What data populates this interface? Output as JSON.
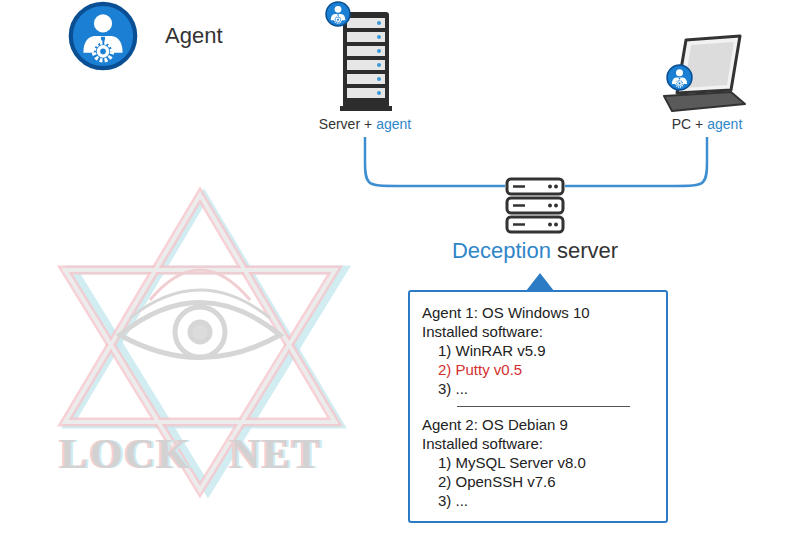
{
  "diagram": {
    "nodes": [
      {
        "text": [
          "Server +",
          "agent"
        ]
      },
      {
        "text": [
          "PC +",
          "agent"
        ]
      },
      {
        "text": [
          "Deception",
          "server"
        ]
      },
      {
        "text": [
          "Agent 1: OS Windows 10",
          "Installed software:",
          "1) WinRAR v5.9",
          "2) Putty v0.5",
          "3) ...",
          "Agent 2: OS Debian 9",
          "Installed software:",
          "1) MySQL Server v8.0",
          "2) OpenSSH v7.6",
          "3) ..."
        ]
      }
    ],
    "edges": [
      {
        "from": 0,
        "to": 2,
        "arrow": "none"
      },
      {
        "from": 1,
        "to": 2,
        "arrow": "none"
      }
    ],
    "labels": [
      "LOCK",
      "NET"
    ],
    "legend": [
      {
        "text": "Agent"
      }
    ]
  }
}
